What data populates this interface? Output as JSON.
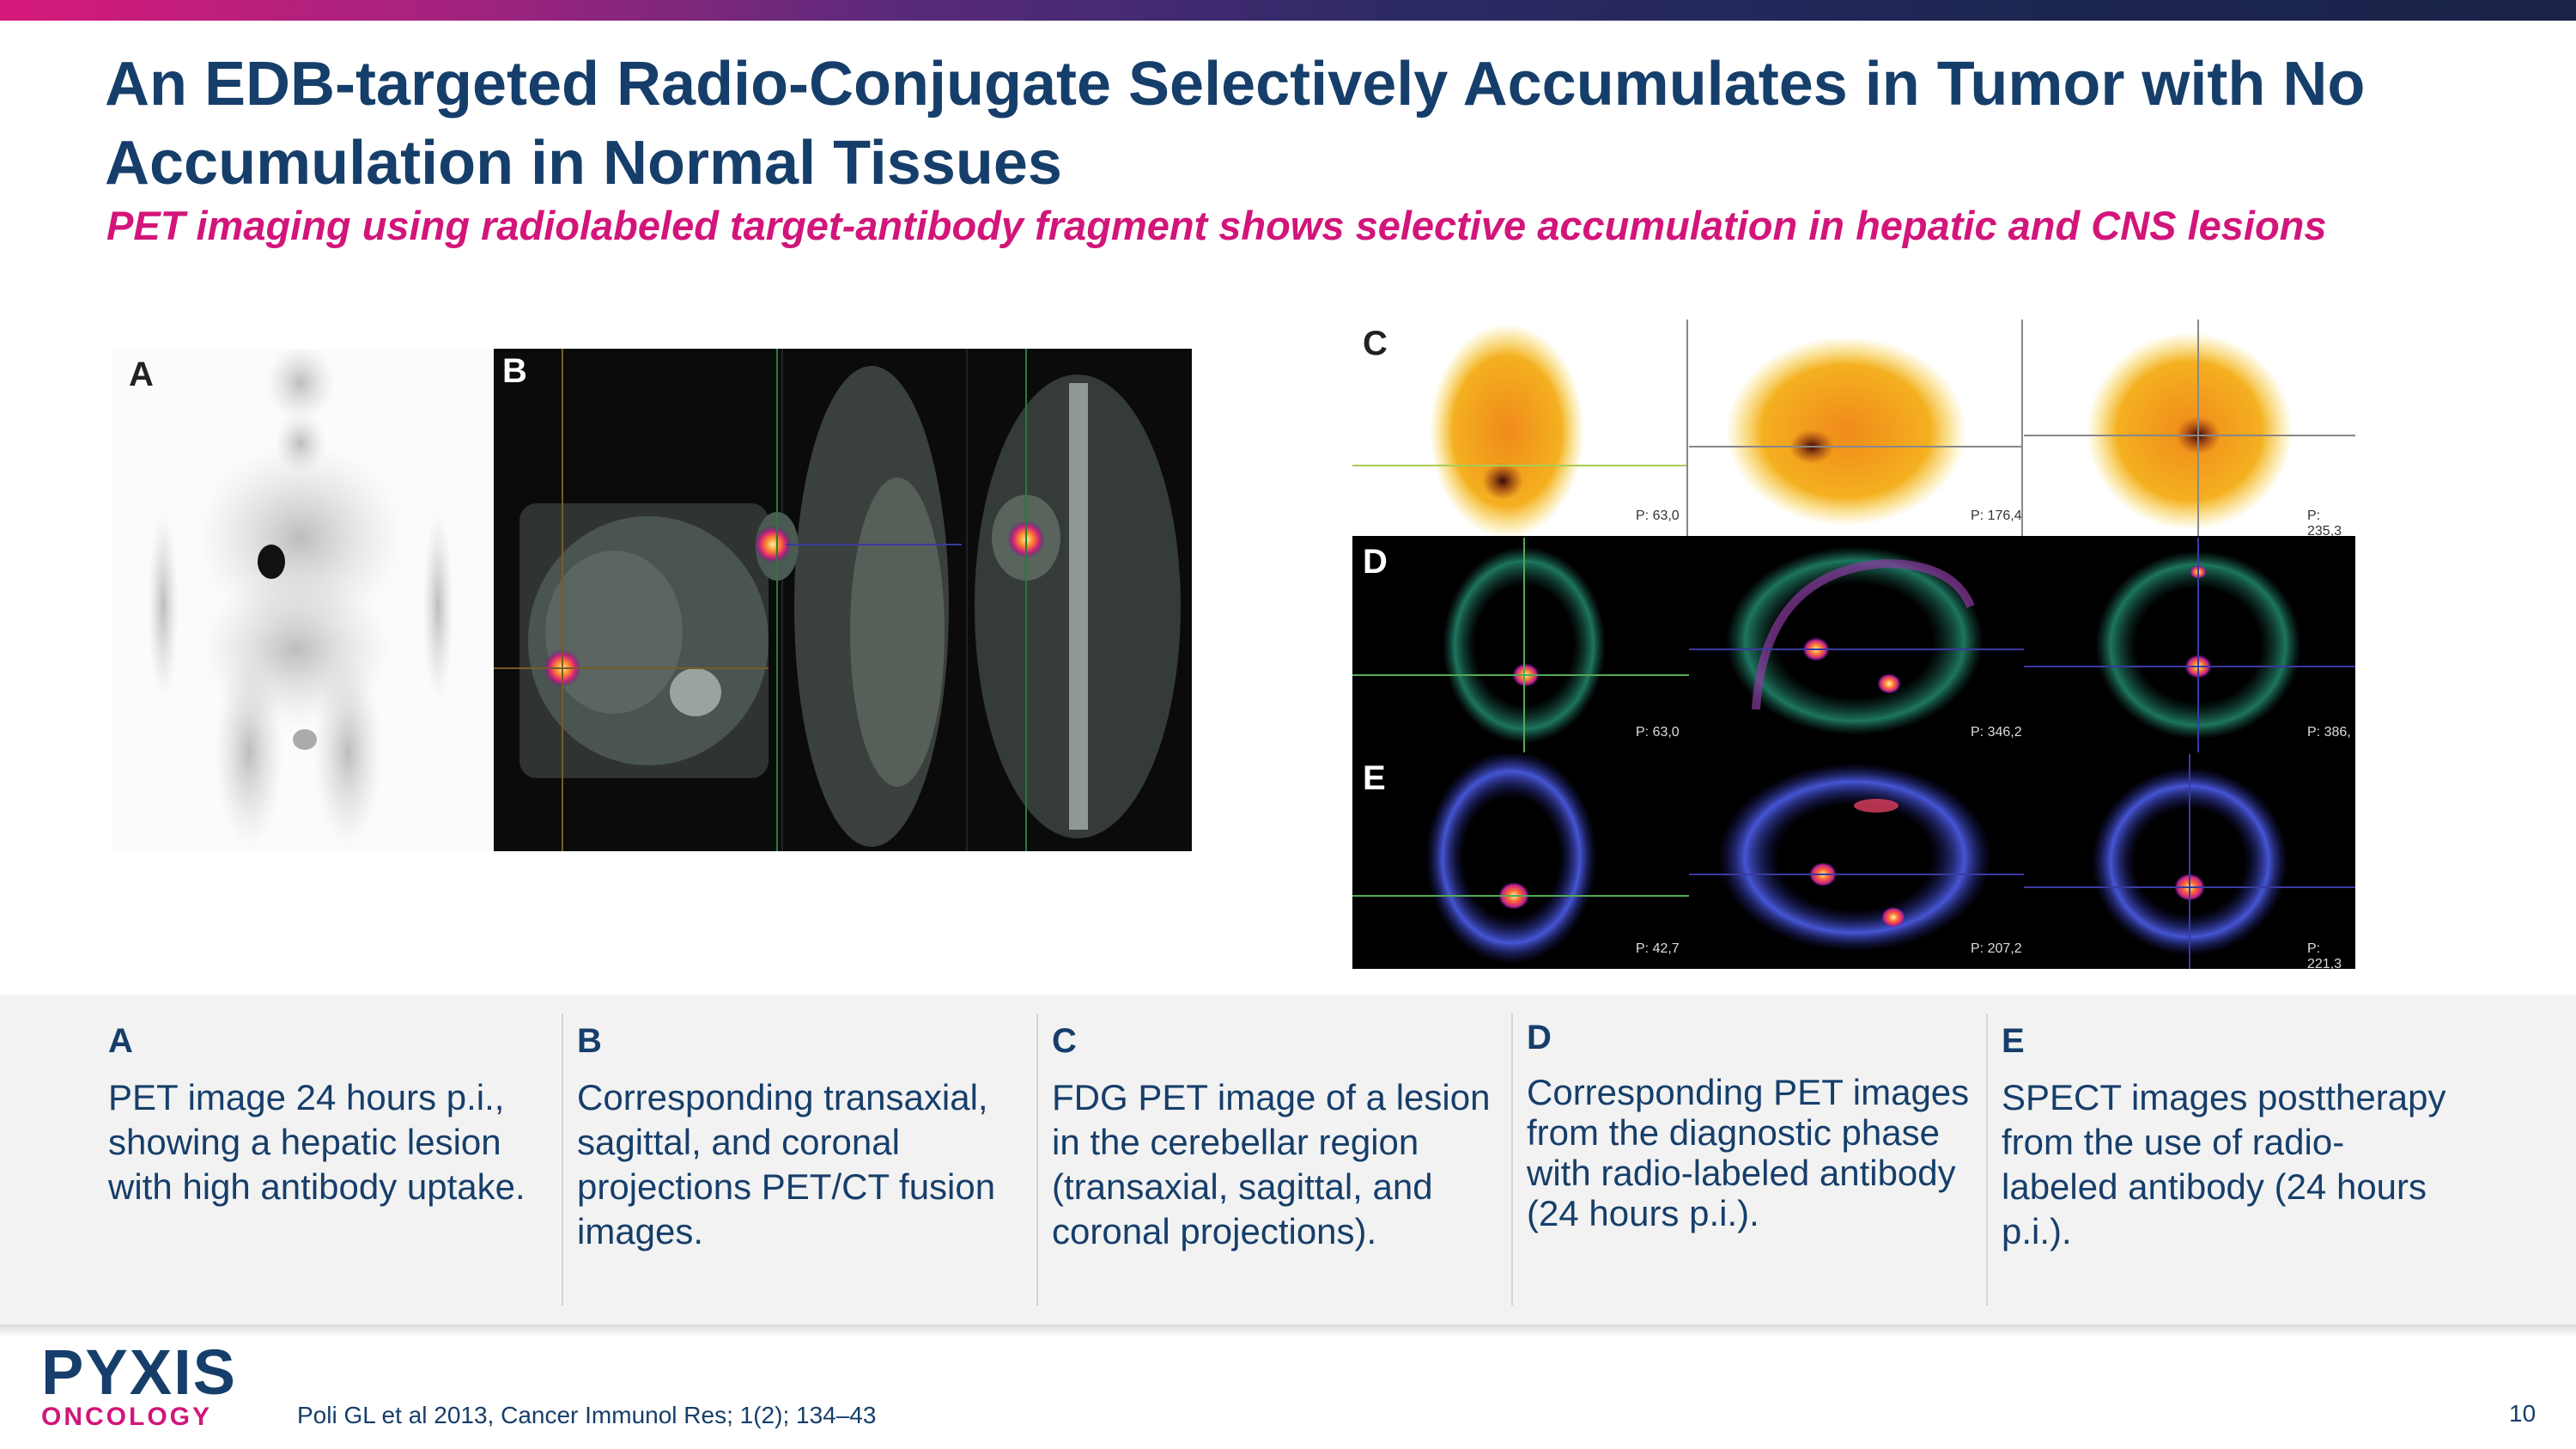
{
  "header": {
    "title": "An EDB-targeted Radio-Conjugate Selectively Accumulates in Tumor with No Accumulation in Normal Tissues",
    "subtitle": "PET imaging using radiolabeled target-antibody fragment shows selective accumulation in hepatic and CNS lesions"
  },
  "figures": {
    "labels": {
      "a": "A",
      "b": "B",
      "c": "C",
      "d": "D",
      "e": "E"
    },
    "scan_annotations": {
      "c_row": [
        "P: 63,0",
        "P: 176,4",
        "P: 235,3"
      ],
      "d_row": [
        "P: 63,0",
        "P: 346,2",
        "P: 386,"
      ],
      "e_row": [
        "P: 42,7",
        "P: 207,2",
        "P: 221,3"
      ]
    }
  },
  "captions": [
    {
      "letter": "A",
      "text": "PET image 24 hours p.i., showing a hepatic lesion with high antibody uptake."
    },
    {
      "letter": "B",
      "text": "Corresponding transaxial, sagittal, and coronal projections PET/CT fusion images."
    },
    {
      "letter": "C",
      "text": "FDG PET image of a lesion in the cerebellar region (transaxial, sagittal, and coronal projections)."
    },
    {
      "letter": "D",
      "text": "Corresponding PET images from the diagnostic phase with radio-labeled antibody (24 hours p.i.)."
    },
    {
      "letter": "E",
      "text": "SPECT images posttherapy from the use of radio-labeled antibody (24 hours p.i.)."
    }
  ],
  "footer": {
    "logo_top": "PYXIS",
    "logo_bottom": "ONCOLOGY",
    "citation": "Poli GL et al 2013, Cancer Immunol Res; 1(2); 134–43",
    "page_number": "10"
  },
  "colors": {
    "navy": "#163e6a",
    "magenta": "#d2157a",
    "band": "#f2f2f2"
  }
}
